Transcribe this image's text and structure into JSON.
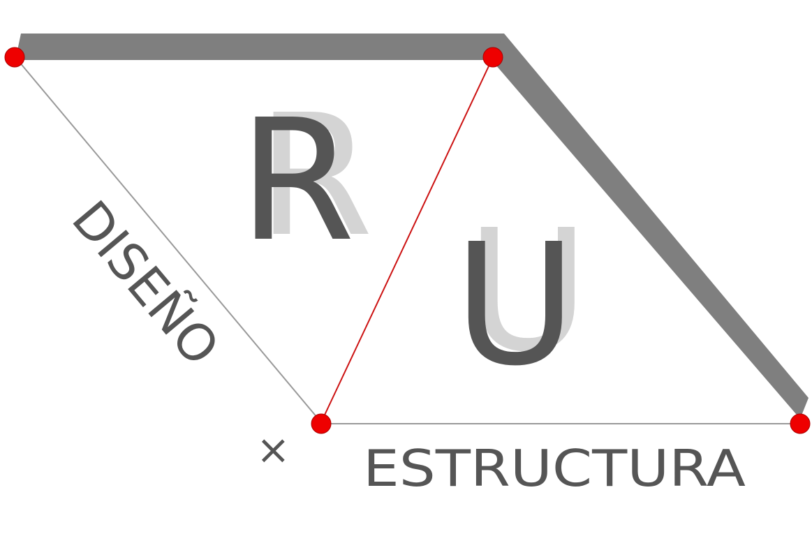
{
  "logo": {
    "letter_r": "R",
    "letter_u": "U",
    "word_diseno": "DISEÑO",
    "symbol_x": "×",
    "word_estructura": "ESTRUCTURA"
  },
  "colors": {
    "beam": "#7f7f7f",
    "thin_line": "#999999",
    "diagonal": "#cc1111",
    "node": "#ee0000",
    "text": "#555555",
    "shadow": "#d4d4d4"
  }
}
